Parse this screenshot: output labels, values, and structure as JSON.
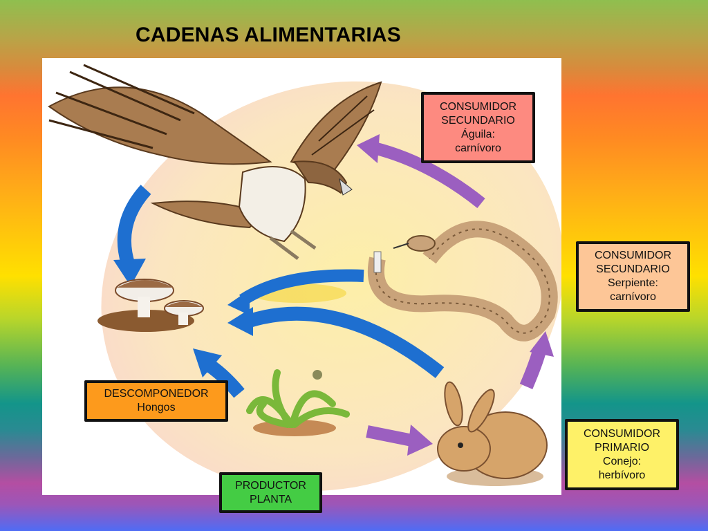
{
  "title": "CADENAS ALIMENTARIAS",
  "colors": {
    "aguila_box": "#fd8a80",
    "serpiente_box": "#fdc697",
    "conejo_box": "#fef168",
    "hongos_box": "#fd9a1c",
    "planta_box": "#44cc44",
    "energy_arrow": "#9b5fc0",
    "decomposition_arrow": "#1e6fd0",
    "ellipse_background": "#fbecc0"
  },
  "illustration": {
    "organisms": [
      "eagle",
      "snake",
      "rabbit",
      "plant",
      "mushrooms"
    ],
    "arrows": {
      "purple": [
        "plant-to-rabbit",
        "rabbit-to-snake",
        "snake-to-eagle"
      ],
      "blue": [
        "eagle-to-mushrooms",
        "snake-to-mushrooms",
        "rabbit-to-mushrooms",
        "plant-to-mushrooms"
      ]
    }
  },
  "labels": {
    "aguila": {
      "line1": "CONSUMIDOR",
      "line2": "SECUNDARIO",
      "line3": "Águila:",
      "line4": "carnívoro"
    },
    "serpiente": {
      "line1": "CONSUMIDOR",
      "line2": "SECUNDARIO",
      "line3": "Serpiente:",
      "line4": "carnívoro"
    },
    "conejo": {
      "line1": "CONSUMIDOR",
      "line2": "PRIMARIO",
      "line3": "Conejo:",
      "line4": "herbívoro"
    },
    "hongos": {
      "line1": "DESCOMPONEDOR",
      "line2": "Hongos"
    },
    "planta": {
      "line1": "PRODUCTOR",
      "line2": "PLANTA"
    }
  }
}
